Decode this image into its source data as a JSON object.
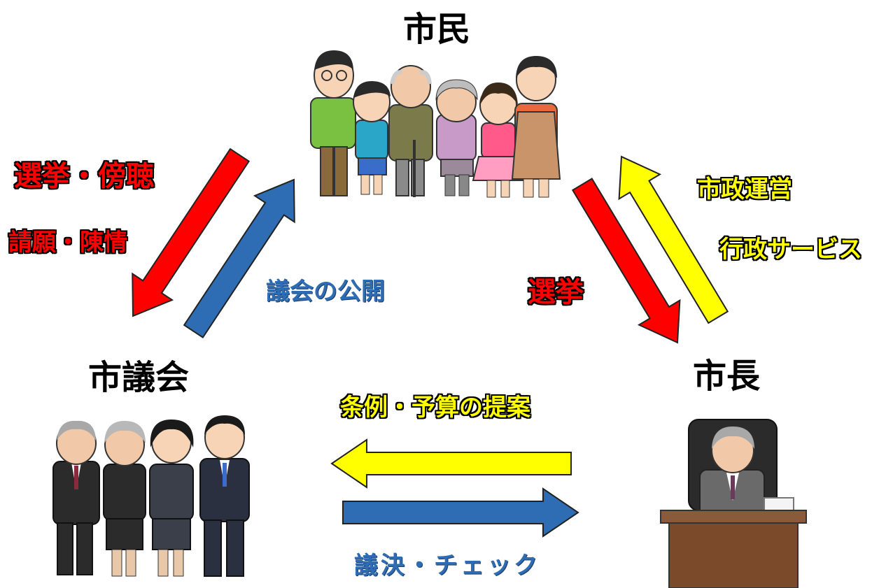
{
  "nodes": {
    "citizens": "市民",
    "council": "市議会",
    "mayor": "市長"
  },
  "edges": {
    "citizens_to_council": [
      "選挙・傍聴",
      "請願・陳情"
    ],
    "council_to_citizens": "議会の公開",
    "citizens_to_mayor": "選挙",
    "mayor_to_citizens": [
      "市政運営",
      "行政サービス"
    ],
    "mayor_to_council": "条例・予算の提案",
    "council_to_mayor": "議決・チェック"
  },
  "colors": {
    "red": "#ff0000",
    "blue": "#2e6db4",
    "yellow": "#ffff00",
    "outline": "#000000"
  },
  "icons": {
    "citizens": "family-group-illustration",
    "council": "council-members-illustration",
    "mayor": "mayor-at-desk-illustration"
  }
}
